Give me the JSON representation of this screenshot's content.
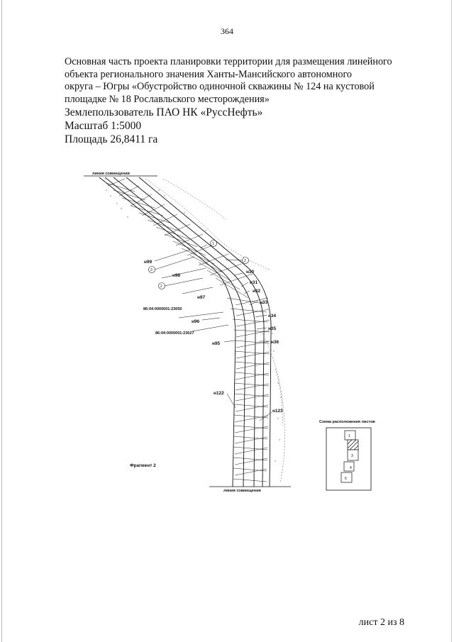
{
  "page_number": "364",
  "header": {
    "title_lines": [
      "Основная часть проекта планировки территории для размещения  линейного",
      "объекта регионального значения Ханты-Мансийского автономного",
      "округа – Югры «Обустройство одиночной скважины № 124 на кустовой",
      "площадке № 18 Рославльского месторождения»"
    ],
    "land_user": "Землепользователь  ПАО НК «РуссНефть»",
    "scale": "Масштаб 1:5000",
    "area": "Площадь 26,8411 га"
  },
  "drawing": {
    "top_match_line": "линия совмещения",
    "bottom_match_line": "линия совмещения",
    "fragment_label": "Фрагмент 2",
    "point_labels": [
      {
        "id": "н99",
        "text": "н99"
      },
      {
        "id": "н98",
        "text": "н98"
      },
      {
        "id": "н97",
        "text": "н97"
      },
      {
        "id": "н96",
        "text": "н96"
      },
      {
        "id": "н95",
        "text": "н95"
      },
      {
        "id": "н30",
        "text": "н30"
      },
      {
        "id": "н31",
        "text": "н31"
      },
      {
        "id": "н32",
        "text": "н32"
      },
      {
        "id": "н33",
        "text": "н33"
      },
      {
        "id": "н34",
        "text": "н34"
      },
      {
        "id": "н35",
        "text": "н35"
      },
      {
        "id": "н36",
        "text": "н36"
      },
      {
        "id": "н122",
        "text": "н122"
      },
      {
        "id": "н123",
        "text": "н123"
      }
    ],
    "cadastral_labels": [
      "86:04:0000001:23050",
      "86:04:0000001:23027"
    ],
    "circle_markers": [
      "1",
      "2",
      "3",
      "2"
    ]
  },
  "sheet_scheme": {
    "title": "Схема расположения листов",
    "sheets": [
      "1",
      "2",
      "3",
      "4",
      "5"
    ],
    "current_sheet": "2"
  },
  "footer": {
    "sheet_info": "лист 2 из 8"
  }
}
